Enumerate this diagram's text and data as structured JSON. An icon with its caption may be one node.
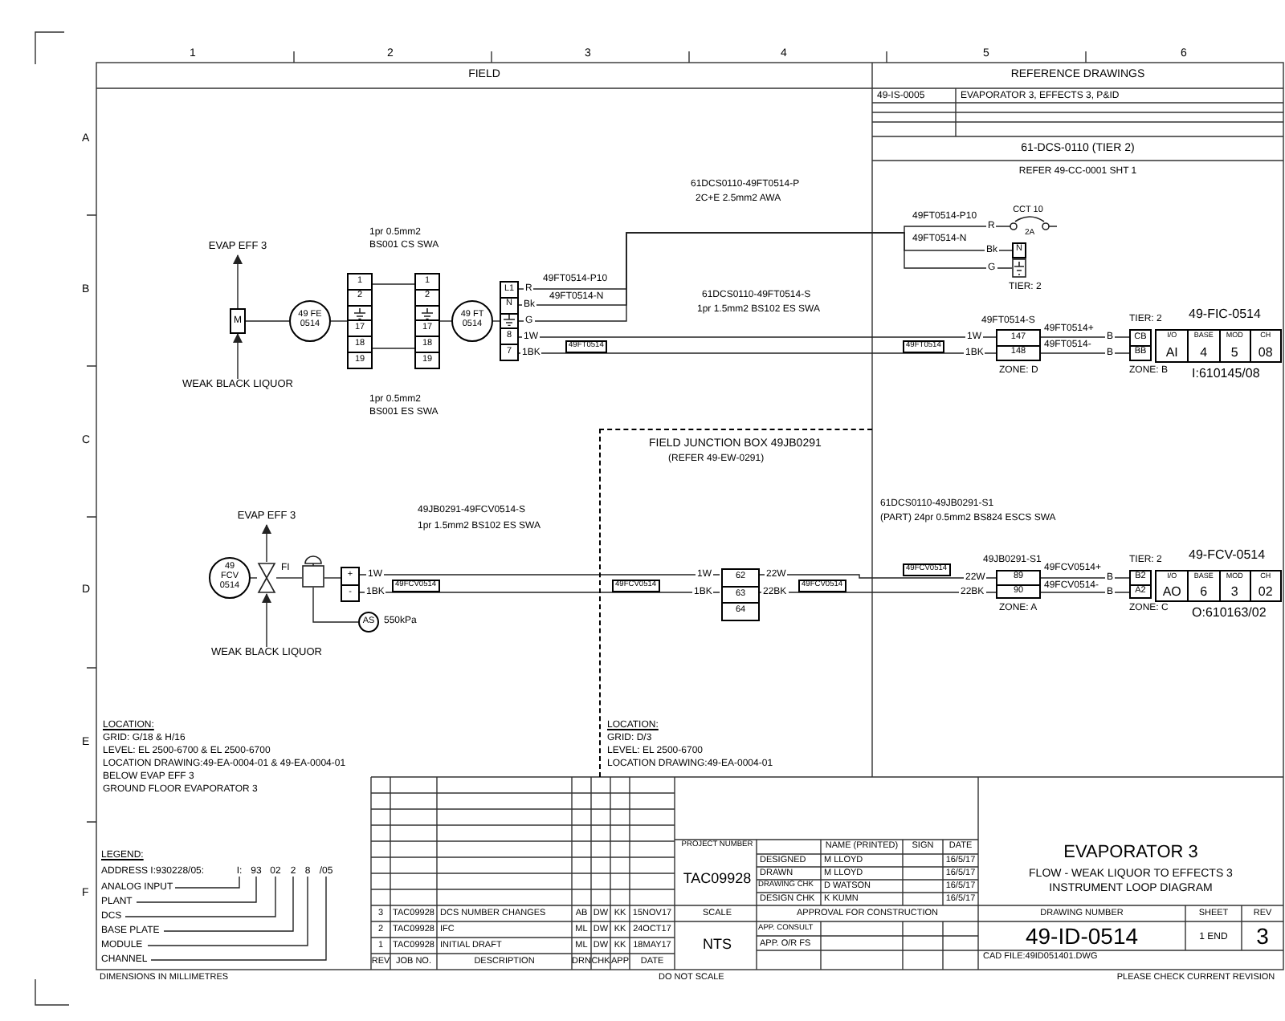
{
  "diagram": {
    "nodes": [
      {
        "text": [
          "EVAP EFF 3"
        ]
      },
      {
        "text": [
          "WEAK BLACK LIQUOR"
        ]
      },
      {
        "text": [
          "M"
        ]
      },
      {
        "text": [
          "49 FE 0514"
        ]
      },
      {
        "text": [
          "1",
          "2",
          "17",
          "18",
          "19"
        ]
      },
      {
        "text": [
          "1",
          "2",
          "17",
          "18",
          "19"
        ]
      },
      {
        "text": [
          "49 FT 0514"
        ]
      },
      {
        "text": [
          "L1",
          "N",
          "8",
          "7"
        ]
      },
      {
        "text": [
          "CCT 10",
          "2A"
        ]
      },
      {
        "text": [
          "N"
        ]
      },
      {
        "text": [],
        "shape": "box"
      },
      {
        "text": [
          "147",
          "148"
        ]
      },
      {
        "text": [
          "CB",
          "BB"
        ]
      },
      {
        "text": [
          "EVAP EFF 3"
        ]
      },
      {
        "text": [
          "WEAK BLACK LIQUOR"
        ]
      },
      {
        "text": [
          "49 FCV 0514"
        ]
      },
      {
        "text": [],
        "shape": "valve",
        "beside": [
          "FI"
        ]
      },
      {
        "text": [],
        "shape": "box"
      },
      {
        "text": [
          "+",
          "-"
        ]
      },
      {
        "text": [
          "AS"
        ],
        "beside": [
          "550kPa"
        ]
      },
      {
        "text": [
          "FIELD JUNCTION BOX 49JB0291",
          "(REFER 49-EW-0291)"
        ]
      },
      {
        "text": [
          "62",
          "63",
          "64"
        ],
        "in": 20
      },
      {
        "text": [
          "89",
          "90"
        ]
      },
      {
        "text": [
          "B2",
          "A2"
        ]
      },
      {
        "text": [
          "I/O",
          "AI",
          "BASE",
          "4",
          "MOD",
          "5",
          "CH",
          "08"
        ],
        "beside": [
          "49-FIC-0514",
          "I:610145/08"
        ]
      },
      {
        "text": [
          "I/O",
          "AO",
          "BASE",
          "6",
          "MOD",
          "3",
          "CH",
          "02"
        ],
        "beside": [
          "49-FCV-0514",
          "O:610163/02"
        ]
      },
      {
        "text": [
          "ANALOG INPUT"
        ]
      },
      {
        "text": [
          "PLANT"
        ]
      },
      {
        "text": [
          "DCS"
        ]
      },
      {
        "text": [
          "BASE PLATE"
        ]
      },
      {
        "text": [
          "MODULE"
        ]
      },
      {
        "text": [
          "CHANNEL"
        ]
      },
      {
        "text": [
          "I:"
        ]
      },
      {
        "text": [
          "93"
        ]
      },
      {
        "text": [
          "02"
        ]
      },
      {
        "text": [
          "2"
        ]
      },
      {
        "text": [
          "8"
        ]
      },
      {
        "text": [
          "/05"
        ]
      }
    ],
    "edges": [
      {
        "from": 1,
        "to": 2,
        "arrow": "to"
      },
      {
        "from": 2,
        "to": 0,
        "arrow": "to"
      },
      {
        "from": 2,
        "to": 3,
        "arrow": "none"
      },
      {
        "from": 3,
        "to": 4,
        "arrow": "none"
      },
      {
        "from": 4,
        "to": 5,
        "arrow": "none"
      },
      {
        "from": 4,
        "to": 5,
        "arrow": "none"
      },
      {
        "from": 5,
        "to": 6,
        "arrow": "none"
      },
      {
        "from": 6,
        "to": 7,
        "arrow": "none"
      },
      {
        "from": 7,
        "to": 8,
        "arrow": "none"
      },
      {
        "from": 7,
        "to": 9,
        "arrow": "none"
      },
      {
        "from": 7,
        "to": 10,
        "arrow": "none"
      },
      {
        "from": 7,
        "to": 11,
        "arrow": "none"
      },
      {
        "from": 11,
        "to": 12,
        "arrow": "none"
      },
      {
        "from": 14,
        "to": 16,
        "arrow": "to"
      },
      {
        "from": 16,
        "to": 13,
        "arrow": "to"
      },
      {
        "from": 15,
        "to": 16,
        "arrow": "none"
      },
      {
        "from": 16,
        "to": 17,
        "arrow": "none"
      },
      {
        "from": 17,
        "to": 18,
        "arrow": "none"
      },
      {
        "from": 17,
        "to": 19,
        "arrow": "none"
      },
      {
        "from": 18,
        "to": 21,
        "arrow": "none"
      },
      {
        "from": 21,
        "to": 22,
        "arrow": "none"
      },
      {
        "from": 22,
        "to": 23,
        "arrow": "none"
      },
      {
        "from": 26,
        "to": 32,
        "arrow": "none"
      },
      {
        "from": 27,
        "to": 33,
        "arrow": "none"
      },
      {
        "from": 28,
        "to": 34,
        "arrow": "none"
      },
      {
        "from": 29,
        "to": 35,
        "arrow": "none"
      },
      {
        "from": 30,
        "to": 36,
        "arrow": "none"
      },
      {
        "from": 31,
        "to": 37,
        "arrow": "none"
      },
      {
        "from": 7,
        "to": 11,
        "arrow": "none"
      },
      {
        "from": 11,
        "to": 12,
        "arrow": "none"
      },
      {
        "from": 18,
        "to": 21,
        "arrow": "none"
      },
      {
        "from": 21,
        "to": 22,
        "arrow": "none"
      },
      {
        "from": 22,
        "to": 23,
        "arrow": "none"
      }
    ],
    "labels": [
      "1",
      "2",
      "3",
      "4",
      "5",
      "6",
      "A",
      "B",
      "C",
      "D",
      "E",
      "F",
      "FIELD",
      "REFERENCE DRAWINGS",
      "49-IS-0005",
      "EVAPORATOR 3, EFFECTS 3, P&ID",
      "61-DCS-0110 (TIER 2)",
      "REFER 49-CC-0001 SHT 1",
      "1pr 0.5mm2",
      "BS001 CS SWA",
      "R",
      "49FT0514-P10",
      "Bk",
      "49FT0514-N",
      "G",
      "1W",
      "1BK",
      "49FT0514",
      "1pr 0.5mm2",
      "BS001 ES SWA",
      "61DCS0110-49FT0514-P",
      "2C+E 2.5mm2 AWA",
      "61DCS0110-49FT0514-S",
      "1pr 1.5mm2 BS102 ES SWA",
      "49FT0514-P10",
      "R",
      "49FT0514-N",
      "Bk",
      "G",
      "TIER: 2",
      "49FT0514-S",
      "49FT0514",
      "1W",
      "1BK",
      "49FT0514+",
      "49FT0514-",
      "B",
      "B",
      "TIER: 2",
      "ZONE: D",
      "ZONE: B",
      "49JB0291-49FCV0514-S",
      "1pr 1.5mm2 BS102 ES SWA",
      "1W",
      "1BK",
      "49FCV0514",
      "49FCV0514",
      "1W",
      "1BK",
      "22W",
      "22BK",
      "49FCV0514",
      "61DCS0110-49JB0291-S1",
      "(PART) 24pr 0.5mm2 BS824 ESCS SWA",
      "49FCV0514",
      "22W",
      "22BK",
      "49JB0291-S1",
      "49FCV0514+",
      "49FCV0514-",
      "B",
      "B",
      "TIER: 2",
      "ZONE: A",
      "ZONE: C",
      "LOCATION:",
      "GRID: G/18 & H/16",
      "LEVEL: EL 2500-6700 & EL 2500-6700",
      "LOCATION DRAWING:49-EA-0004-01 & 49-EA-0004-01",
      "BELOW EVAP EFF 3",
      "GROUND FLOOR EVAPORATOR 3",
      "LOCATION:",
      "GRID: D/3",
      "LEVEL: EL 2500-6700",
      "LOCATION DRAWING:49-EA-0004-01",
      "LEGEND:",
      "ADDRESS I:930228/05:",
      "3",
      "TAC09928",
      "DCS NUMBER CHANGES",
      "AB",
      "DW",
      "KK",
      "15NOV17",
      "2",
      "TAC09928",
      "IFC",
      "ML",
      "DW",
      "KK",
      "24OCT17",
      "1",
      "TAC09928",
      "INITIAL DRAFT",
      "ML",
      "DW",
      "KK",
      "18MAY17",
      "REV",
      "JOB NO.",
      "DESCRIPTION",
      "DRN",
      "CHK",
      "APP",
      "DATE",
      "PROJECT NUMBER",
      "NAME (PRINTED)",
      "SIGN",
      "DATE",
      "DESIGNED",
      "M LLOYD",
      "16/5/17",
      "TAC09928",
      "DRAWN",
      "M LLOYD",
      "16/5/17",
      "DRAWING CHK",
      "D WATSON",
      "16/5/17",
      "DESIGN CHK",
      "K KUMN",
      "16/5/17",
      "SCALE",
      "APPROVAL FOR CONSTRUCTION",
      "NTS",
      "APP. CONSULT",
      "APP. O/R FS",
      "EVAPORATOR 3",
      "FLOW - WEAK LIQUOR TO EFFECTS 3",
      "INSTRUMENT LOOP DIAGRAM",
      "DRAWING NUMBER",
      "SHEET",
      "REV",
      "49-ID-0514",
      "1 END",
      "3",
      "CAD FILE:49ID051401.DWG",
      "DIMENSIONS IN MILLIMETRES",
      "DO NOT SCALE",
      "PLEASE CHECK CURRENT REVISION"
    ]
  }
}
